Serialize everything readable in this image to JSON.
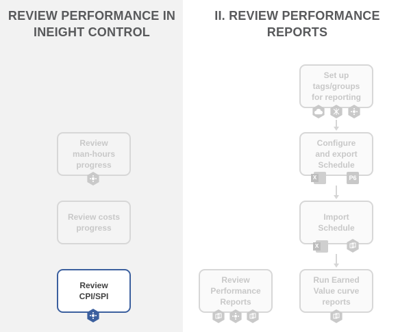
{
  "columns": {
    "left": {
      "title": "REVIEW PERFORMANCE IN\nINEIGHT CONTROL"
    },
    "right": {
      "title": "II. REVIEW PERFORMANCE\nREPORTS"
    }
  },
  "left_steps": [
    {
      "label": "Review\nman-hours\nprogress",
      "active": false
    },
    {
      "label": "Review costs\nprogress",
      "active": false
    },
    {
      "label": "Review\nCPI/SPI",
      "active": true
    }
  ],
  "right_steps": [
    {
      "label": "Set up\ntags/groups\nfor reporting"
    },
    {
      "label": "Configure\nand export\nSchedule"
    },
    {
      "label": "Import\nSchedule"
    },
    {
      "label": "Run Earned\nValue curve\nreports"
    },
    {
      "label": "Review\nPerformance\nReports"
    }
  ],
  "badges": {
    "p6": "P6",
    "excel": "X"
  },
  "colors": {
    "active_border": "#3b5f9e",
    "inactive_border": "#d7d7d7",
    "left_background": "#f2f2f2",
    "heading": "#58595b"
  }
}
